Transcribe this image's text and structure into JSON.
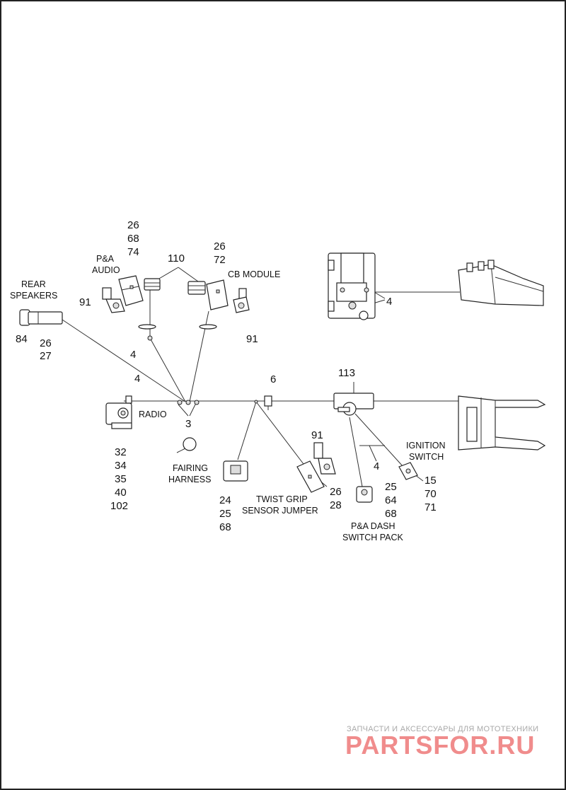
{
  "labels": {
    "rear_speakers": [
      "REAR",
      "SPEAKERS"
    ],
    "pa_audio": [
      "P&A",
      "AUDIO"
    ],
    "cb_module": "CB MODULE",
    "radio": "RADIO",
    "fairing_harness": [
      "FAIRING",
      "HARNESS"
    ],
    "twist_grip": [
      "TWIST GRIP",
      "SENSOR JUMPER"
    ],
    "pa_dash": [
      "P&A DASH",
      "SWITCH PACK"
    ],
    "ignition_switch": [
      "IGNITION",
      "SWITCH"
    ]
  },
  "callouts": {
    "pa_audio_nums": [
      "26",
      "68",
      "74"
    ],
    "connector_110": "110",
    "cb_nums": [
      "26",
      "72"
    ],
    "n91_left": "91",
    "n91_cb": "91",
    "n91_twist": "91",
    "n84": "84",
    "speaker_nums": [
      "26",
      "27"
    ],
    "n4_speaker": "4",
    "n4_radio": "4",
    "n4_dash": "4",
    "n4_topright": "4",
    "n3": "3",
    "n6": "6",
    "n113": "113",
    "radio_nums": [
      "32",
      "34",
      "35",
      "40",
      "102"
    ],
    "fairing_nums": [
      "24",
      "25",
      "68"
    ],
    "twist_nums": [
      "26",
      "28"
    ],
    "dash_nums": [
      "25",
      "64",
      "68"
    ],
    "ignition_nums": [
      "15",
      "70",
      "71"
    ]
  },
  "watermark": {
    "top": "ЗАПЧАСТИ И АКСЕССУАРЫ ДЛЯ МОТОТЕХНИКИ",
    "main": "PARTSFOR.RU"
  }
}
